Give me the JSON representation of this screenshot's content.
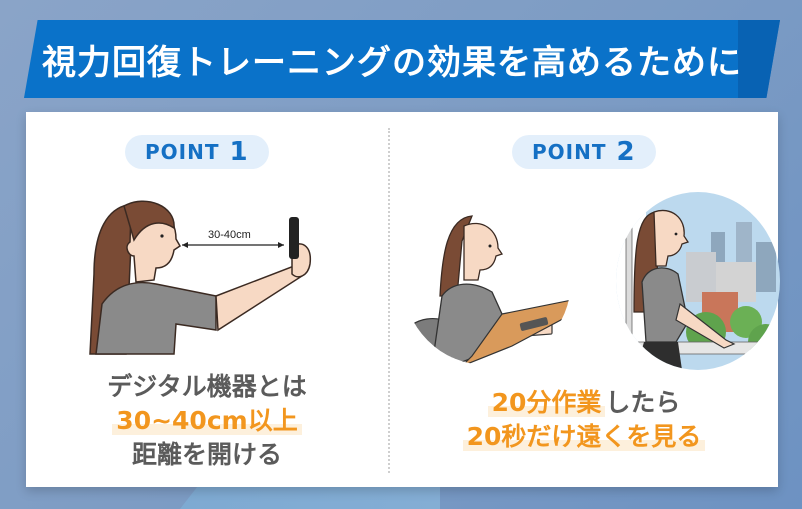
{
  "banner": {
    "title": "視力回復トレーニングの効果を高めるために"
  },
  "colors": {
    "banner_blue": "#0a72c9",
    "pill_bg": "#e3effb",
    "pill_text": "#1570c4",
    "highlight_orange": "#f2961e",
    "text_gray": "#5b5b5b"
  },
  "points": [
    {
      "label": "POINT",
      "number": "1",
      "illustration": "woman-holding-phone-at-arms-length",
      "distance_label": "30-40cm",
      "caption": {
        "line1": "デジタル機器とは",
        "line2_highlight": "30~40cm以上",
        "line3": "距離を開ける"
      }
    },
    {
      "label": "POINT",
      "number": "2",
      "illustrations": [
        "woman-working-at-desk",
        "woman-looking-out-window-at-city"
      ],
      "caption": {
        "line1_highlight": "20分作業",
        "line1_rest": "したら",
        "line2_highlight": "20秒だけ遠くを見る"
      }
    }
  ]
}
